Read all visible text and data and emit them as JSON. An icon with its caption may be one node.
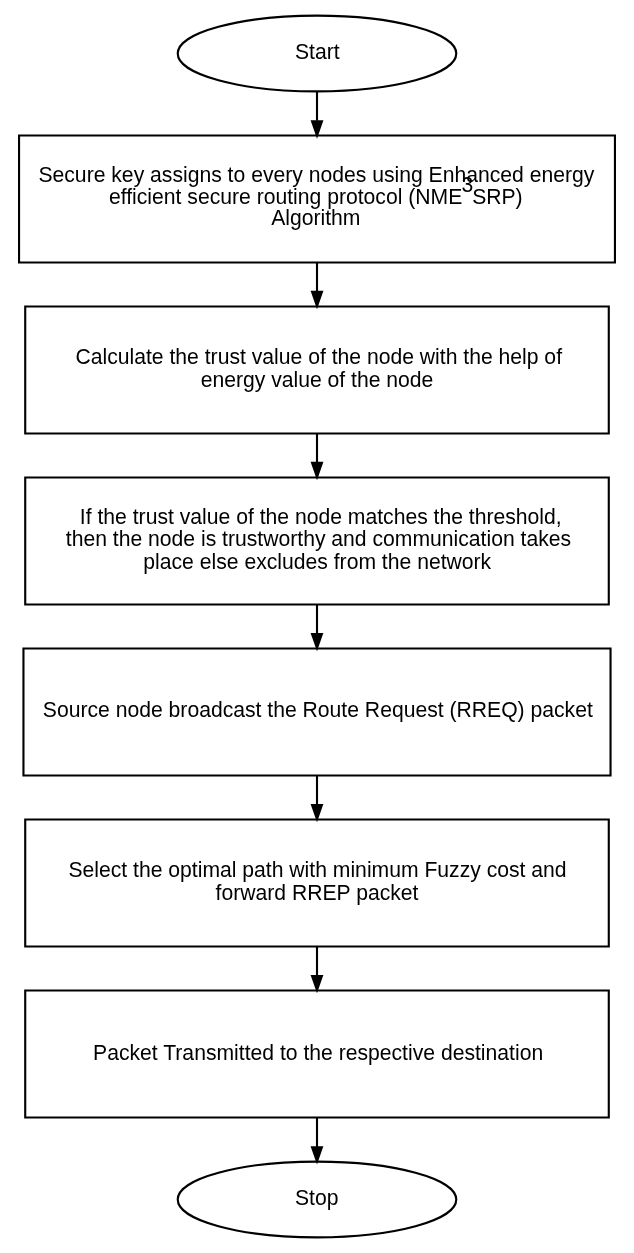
{
  "diagram": {
    "nodes": [
      {
        "text": [
          "Start"
        ]
      },
      {
        "text": [
          "Secure key assigns to every nodes using Enhanced energy efficient secure routing protocol (NME$^{3}$SRP) Algorithm"
        ]
      },
      {
        "text": [
          "Calculate the trust value of the node with the help of energy value of the node"
        ]
      },
      {
        "text": [
          "If the trust value of the node matches the threshold, then the node is trustworthy and communication takes place else excludes from the network"
        ]
      },
      {
        "text": [
          "Source node broadcast the Route Request (RREQ) packet"
        ]
      },
      {
        "text": [
          "Select the optimal path with minimum Fuzzy cost and forward RREP packet"
        ]
      },
      {
        "text": [
          "Packet Transmitted to the respective destination"
        ]
      },
      {
        "text": [
          "Stop"
        ]
      }
    ],
    "edges": [
      {
        "from": 0,
        "to": 1,
        "arrow": "to"
      },
      {
        "from": 1,
        "to": 2,
        "arrow": "to"
      },
      {
        "from": 2,
        "to": 3,
        "arrow": "to"
      },
      {
        "from": 3,
        "to": 4,
        "arrow": "to"
      },
      {
        "from": 4,
        "to": 5,
        "arrow": "to"
      },
      {
        "from": 5,
        "to": 6,
        "arrow": "to"
      },
      {
        "from": 6,
        "to": 7,
        "arrow": "to"
      }
    ]
  }
}
